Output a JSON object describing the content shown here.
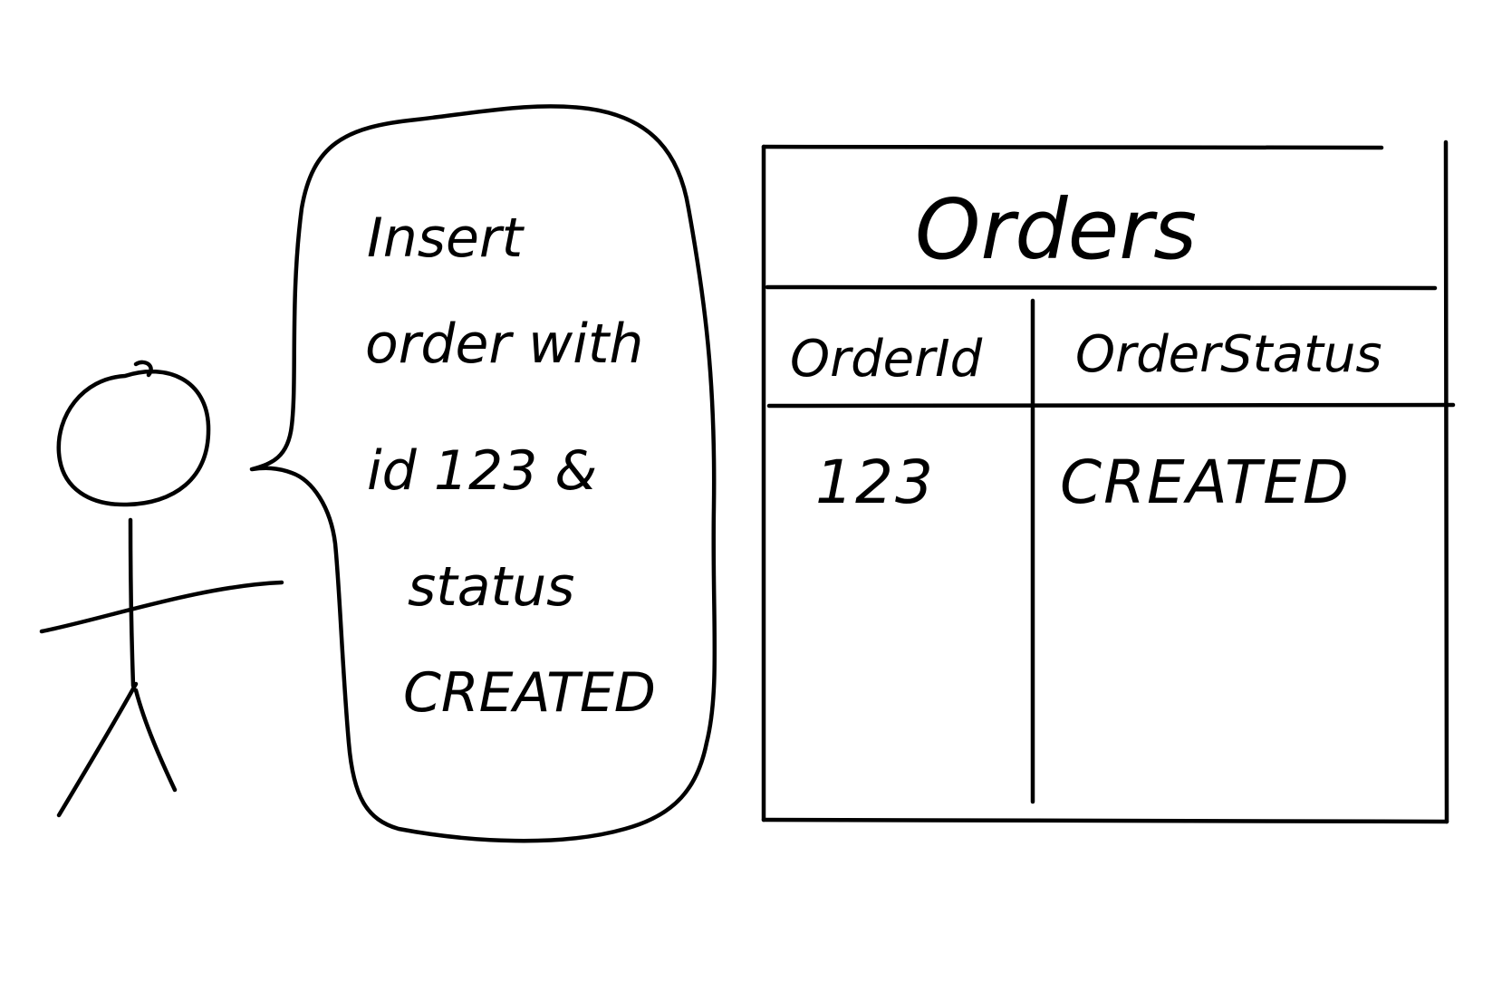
{
  "speech_bubble": {
    "lines": [
      "Insert",
      "order with",
      "id 123 &",
      "status",
      "CREATED"
    ]
  },
  "table": {
    "title": "Orders",
    "columns": [
      "OrderId",
      "OrderStatus"
    ],
    "rows": [
      [
        "123",
        "CREATED"
      ]
    ]
  }
}
